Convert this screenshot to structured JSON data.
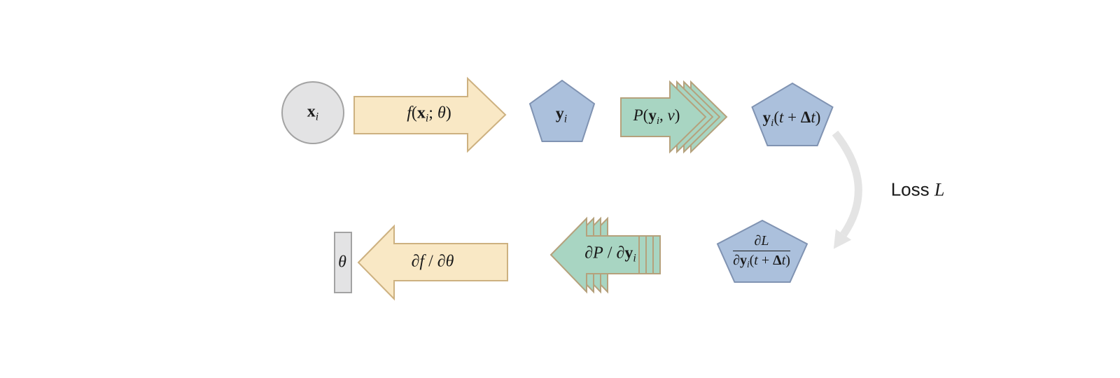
{
  "diagram": {
    "background": "#ffffff",
    "colors": {
      "node_gray_fill": "#e3e3e4",
      "node_gray_stroke": "#a3a3a3",
      "yellow_fill": "#f9e8c5",
      "yellow_stroke": "#cdb180",
      "green_fill": "#a8d5c2",
      "green_stroke": "#b5a17c",
      "blue_fill": "#abc0dc",
      "blue_stroke": "#8093b2",
      "loss_arrow_gray": "#e4e4e4",
      "text": "#1a1a1a"
    },
    "nodes": [
      {
        "id": "input",
        "shape": "circle-gray",
        "label": [
          {
            "t": "x",
            "s": "b"
          },
          {
            "t": "i",
            "s": "sub"
          }
        ]
      },
      {
        "id": "forward-map",
        "shape": "arrow-right-yellow",
        "label": [
          {
            "t": "f",
            "s": "it"
          },
          {
            "t": "("
          },
          {
            "t": "x",
            "s": "b"
          },
          {
            "t": "i",
            "s": "sub"
          },
          {
            "t": "; "
          },
          {
            "t": "θ",
            "s": "it"
          },
          {
            "t": ")"
          }
        ]
      },
      {
        "id": "state",
        "shape": "pentagon-blue",
        "label": [
          {
            "t": "y",
            "s": "b"
          },
          {
            "t": "i",
            "s": "sub"
          }
        ]
      },
      {
        "id": "propagator",
        "shape": "arrow-right-green-stack",
        "label": [
          {
            "t": "P",
            "s": "it"
          },
          {
            "t": "("
          },
          {
            "t": "y",
            "s": "b"
          },
          {
            "t": "i",
            "s": "sub"
          },
          {
            "t": ", "
          },
          {
            "t": "ν",
            "s": "it"
          },
          {
            "t": ")"
          }
        ]
      },
      {
        "id": "next-state",
        "shape": "pentagon-blue",
        "label": [
          {
            "t": "y",
            "s": "b"
          },
          {
            "t": "i",
            "s": "sub"
          },
          {
            "t": "("
          },
          {
            "t": "t",
            "s": "it"
          },
          {
            "t": " + "
          },
          {
            "t": "Δ",
            "s": "b"
          },
          {
            "t": "t",
            "s": "it"
          },
          {
            "t": ")"
          }
        ]
      },
      {
        "id": "loss-link",
        "shape": "curved-arrow-gray",
        "label": [
          {
            "t": "Loss ",
            "s": "sans"
          },
          {
            "t": "L",
            "s": "it"
          }
        ]
      },
      {
        "id": "loss-gradient",
        "shape": "pentagon-blue",
        "label_numerator": [
          {
            "t": "∂"
          },
          {
            "t": "L",
            "s": "it"
          }
        ],
        "label_denominator": [
          {
            "t": "∂"
          },
          {
            "t": "y",
            "s": "b"
          },
          {
            "t": "i",
            "s": "sub"
          },
          {
            "t": "("
          },
          {
            "t": "t",
            "s": "it"
          },
          {
            "t": " + "
          },
          {
            "t": "Δ",
            "s": "b"
          },
          {
            "t": "t",
            "s": "it"
          },
          {
            "t": ")"
          }
        ]
      },
      {
        "id": "propagator-gradient",
        "shape": "arrow-left-green-stack",
        "label": [
          {
            "t": "∂"
          },
          {
            "t": "P",
            "s": "it"
          },
          {
            "t": " / "
          },
          {
            "t": "∂"
          },
          {
            "t": "y",
            "s": "b"
          },
          {
            "t": "i",
            "s": "sub"
          }
        ]
      },
      {
        "id": "map-gradient",
        "shape": "arrow-left-yellow",
        "label": [
          {
            "t": "∂"
          },
          {
            "t": "f",
            "s": "it"
          },
          {
            "t": " / "
          },
          {
            "t": "∂"
          },
          {
            "t": "θ",
            "s": "it"
          }
        ]
      },
      {
        "id": "parameters",
        "shape": "rect-gray",
        "label": [
          {
            "t": "θ",
            "s": "it"
          }
        ]
      }
    ]
  }
}
